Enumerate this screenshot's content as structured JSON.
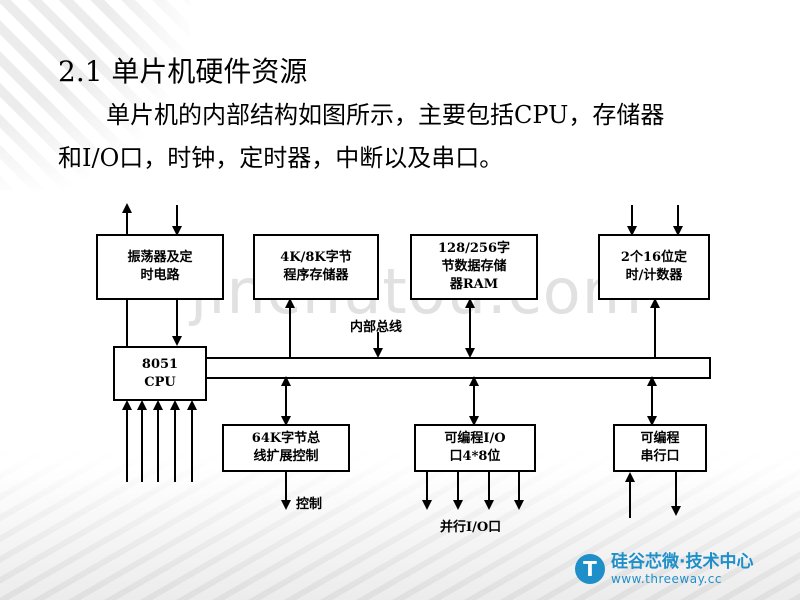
{
  "slide": {
    "title": "2.1 单片机硬件资源",
    "para_line1": "单片机的内部结构如图所示，主要包括CPU，存储器",
    "para_line2": "和I/O口，时钟，定时器，中断以及串口。",
    "watermark": "jinchutou.com"
  },
  "diagram": {
    "oscillator": "振荡器及定\n时电路",
    "rom": "4K/8K字节\n程序存储器",
    "ram": "128/256字\n节数据存储\n器RAM",
    "timers": "2个16位定\n时/计数器",
    "cpu": "8051\nCPU",
    "bus_label": "内部总线",
    "bus_ext": "64K字节总\n线扩展控制",
    "pio": "可编程I/O\n口4*8位",
    "serial": "可编程\n串行口",
    "control_label": "控制",
    "parallel_label": "并行I/O口"
  },
  "logo": {
    "cn": "硅谷芯微·技术中心",
    "url": "www.threeway.cc"
  },
  "colors": {
    "brand": "#1f8fc9"
  }
}
